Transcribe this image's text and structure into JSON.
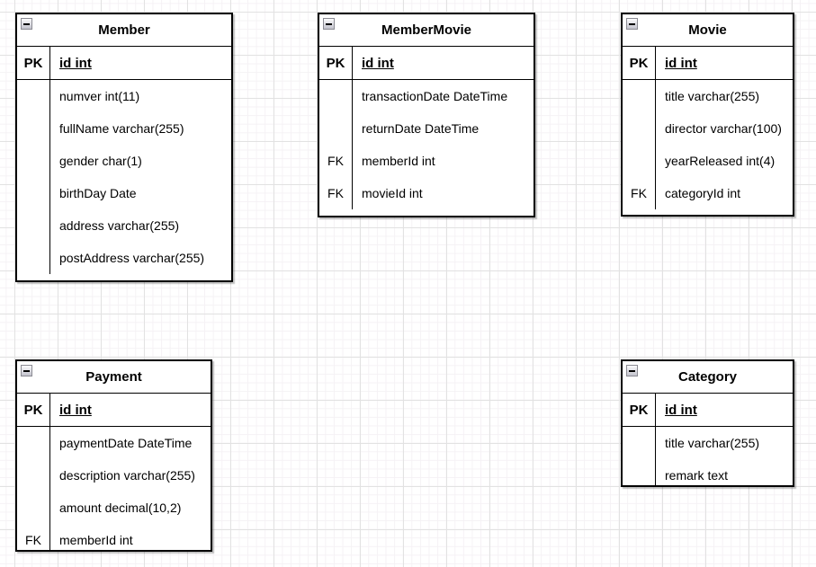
{
  "colors": {
    "background": "#ffffff",
    "grid_minor": "#f5f2f5",
    "grid_major": "#e2e2e2",
    "table_border": "#000000",
    "table_background": "#ffffff",
    "text": "#000000",
    "collapse_icon_border": "#8c8c94"
  },
  "icons": {
    "collapse_button": "minus-square"
  },
  "diagram": {
    "entities": [
      {
        "name": "Member",
        "pk_label": "PK",
        "pk_field": "id int",
        "rows": [
          {
            "key": "",
            "field": "numver int(11)"
          },
          {
            "key": "",
            "field": "fullName varchar(255)"
          },
          {
            "key": "",
            "field": "gender char(1)"
          },
          {
            "key": "",
            "field": "birthDay Date"
          },
          {
            "key": "",
            "field": "address varchar(255)"
          },
          {
            "key": "",
            "field": "postAddress varchar(255)"
          }
        ]
      },
      {
        "name": "MemberMovie",
        "pk_label": "PK",
        "pk_field": "id int",
        "rows": [
          {
            "key": "",
            "field": "transactionDate DateTime"
          },
          {
            "key": "",
            "field": "returnDate DateTime"
          },
          {
            "key": "FK",
            "field": "memberId int"
          },
          {
            "key": "FK",
            "field": "movieId int"
          }
        ]
      },
      {
        "name": "Movie",
        "pk_label": "PK",
        "pk_field": "id int",
        "rows": [
          {
            "key": "",
            "field": "title varchar(255)"
          },
          {
            "key": "",
            "field": "director varchar(100)"
          },
          {
            "key": "",
            "field": "yearReleased int(4)"
          },
          {
            "key": "FK",
            "field": "categoryId int"
          }
        ]
      },
      {
        "name": "Payment",
        "pk_label": "PK",
        "pk_field": "id int",
        "rows": [
          {
            "key": "",
            "field": "paymentDate DateTime"
          },
          {
            "key": "",
            "field": "description varchar(255)"
          },
          {
            "key": "",
            "field": "amount decimal(10,2)"
          },
          {
            "key": "FK",
            "field": "memberId int"
          }
        ]
      },
      {
        "name": "Category",
        "pk_label": "PK",
        "pk_field": "id int",
        "rows": [
          {
            "key": "",
            "field": "title varchar(255)"
          },
          {
            "key": "",
            "field": "remark text"
          }
        ]
      }
    ]
  }
}
